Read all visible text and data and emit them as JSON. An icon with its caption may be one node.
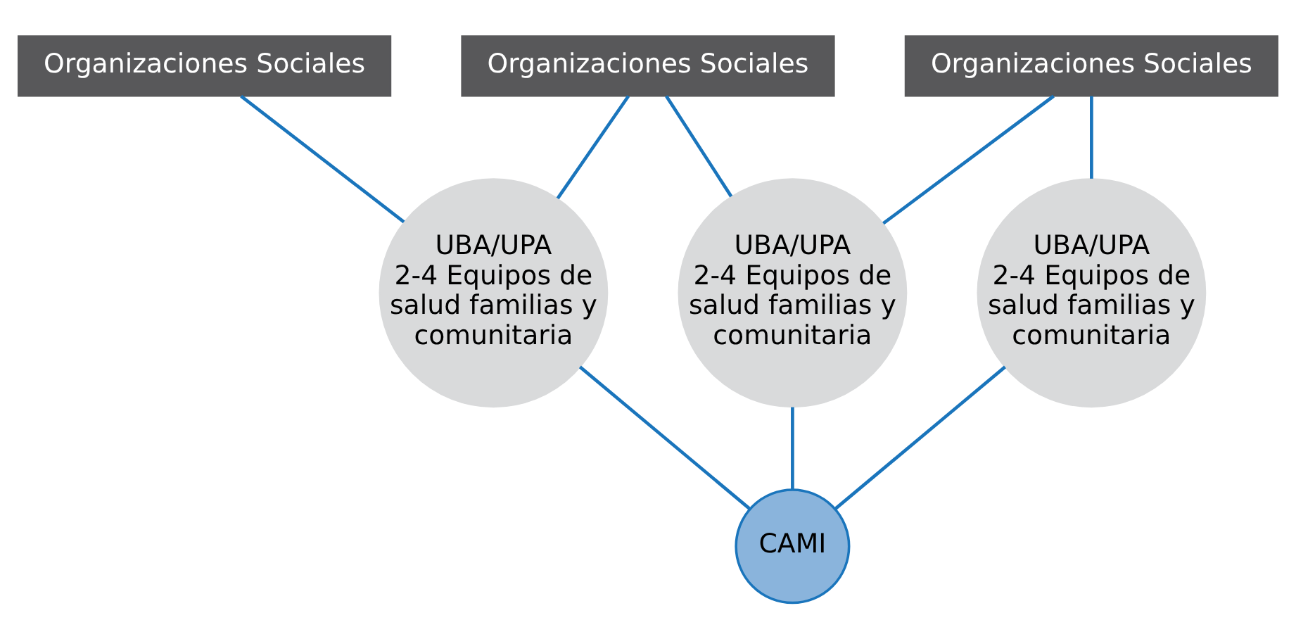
{
  "diagram": {
    "nodes": [
      {
        "text": [
          "Organizaciones Sociales"
        ]
      },
      {
        "text": [
          "Organizaciones Sociales"
        ]
      },
      {
        "text": [
          "Organizaciones Sociales"
        ]
      },
      {
        "text": [
          "UBA/UPA",
          "2-4 Equipos de salud familias y comunitaria"
        ]
      },
      {
        "text": [
          "UBA/UPA",
          "2-4 Equipos de salud familias y comunitaria"
        ]
      },
      {
        "text": [
          "UBA/UPA",
          "2-4 Equipos de salud familias y comunitaria"
        ]
      },
      {
        "text": [
          "CAMI"
        ]
      }
    ],
    "edges": [
      {
        "from": 0,
        "to": 3,
        "arrow": "none"
      },
      {
        "from": 1,
        "to": 3,
        "arrow": "none"
      },
      {
        "from": 1,
        "to": 4,
        "arrow": "none"
      },
      {
        "from": 2,
        "to": 4,
        "arrow": "none"
      },
      {
        "from": 2,
        "to": 5,
        "arrow": "none"
      },
      {
        "from": 3,
        "to": 6,
        "arrow": "none"
      },
      {
        "from": 4,
        "to": 6,
        "arrow": "none"
      },
      {
        "from": 5,
        "to": 6,
        "arrow": "none"
      }
    ]
  }
}
